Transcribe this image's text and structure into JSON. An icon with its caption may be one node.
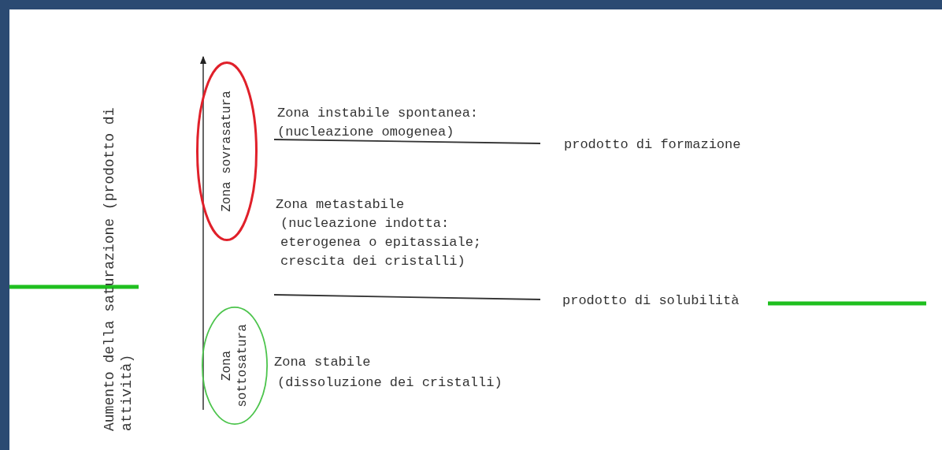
{
  "diagram": {
    "nodes": [
      {
        "text": [
          "Zona sovrasatura"
        ]
      },
      {
        "text": [
          "Zona sottosatura"
        ]
      }
    ],
    "labels": [
      "Aumento della saturazione (prodotto di attività)",
      "Zona instabile spontanea:",
      "(nucleazione omogenea)",
      "prodotto di formazione",
      "Zona metastabile",
      "(nucleazione indotta: eterogenea o epitassiale; crescita dei cristalli)",
      "prodotto di solubilità",
      "Zona stabile",
      "(dissoluzione dei cristalli)"
    ]
  }
}
